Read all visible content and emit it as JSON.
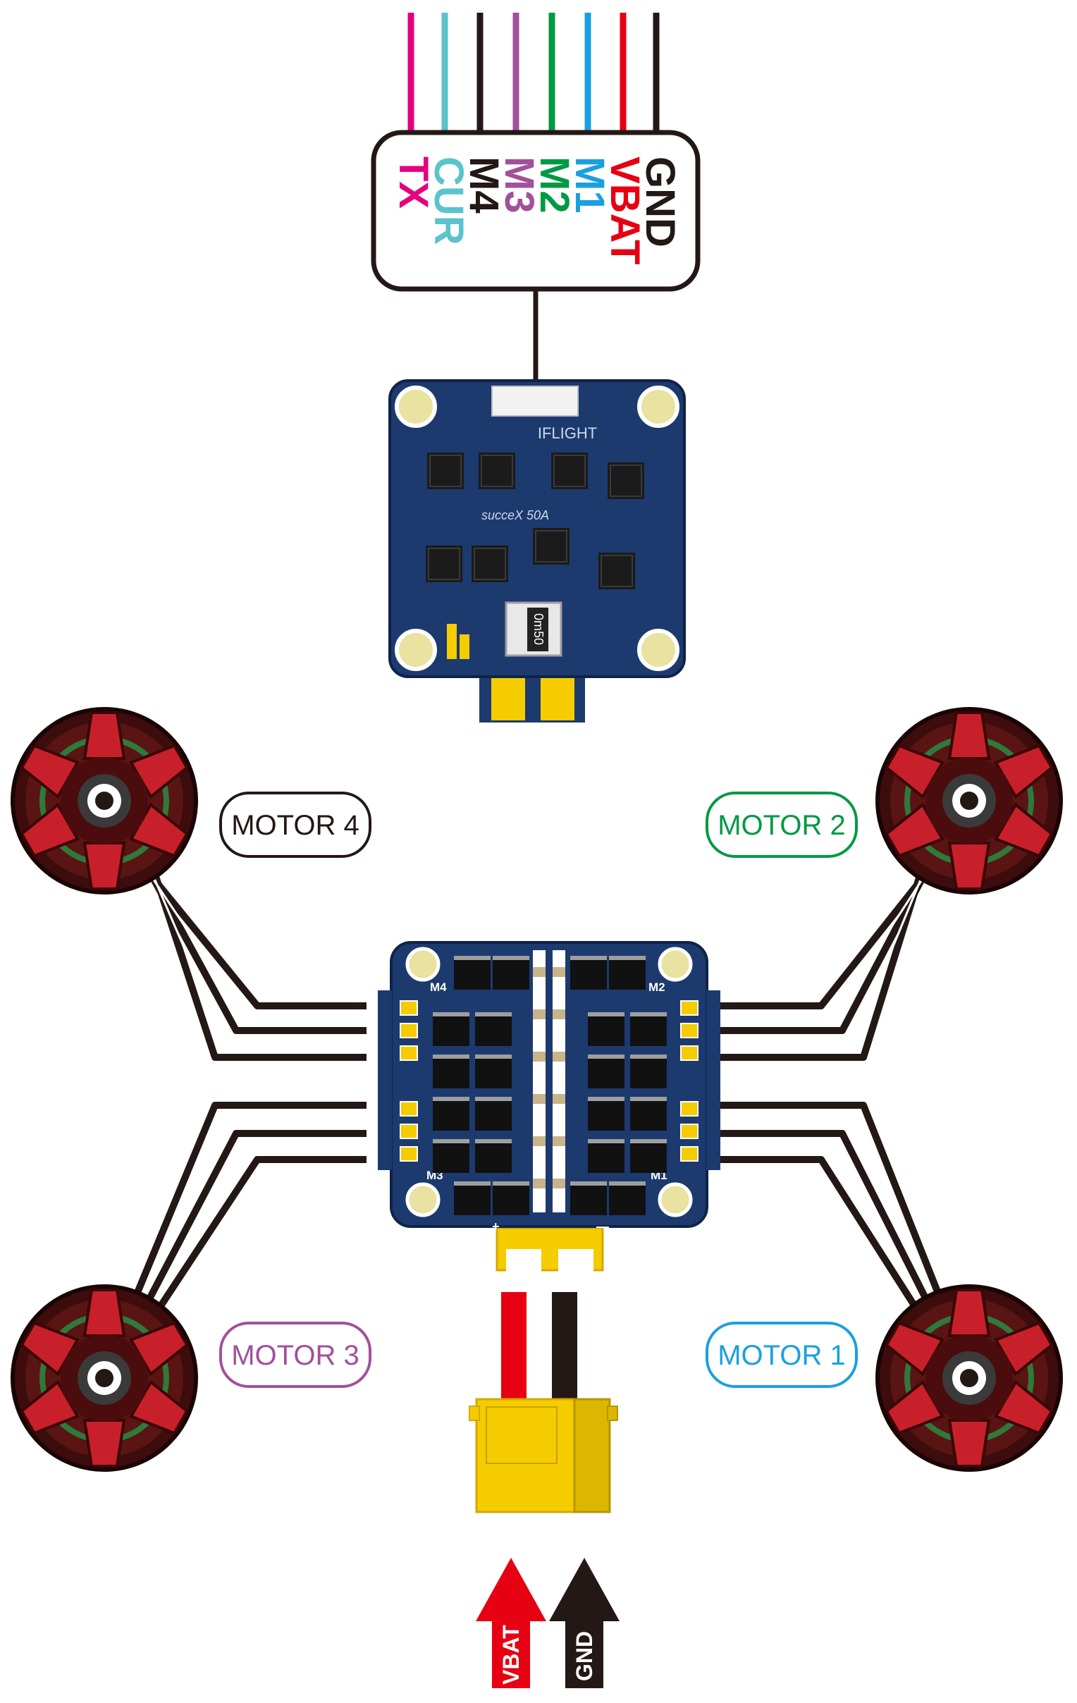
{
  "connector": {
    "pins": [
      {
        "label": "GND",
        "color": "#231815"
      },
      {
        "label": "VBAT",
        "color": "#e60012"
      },
      {
        "label": "M1",
        "color": "#1aa0e0"
      },
      {
        "label": "M2",
        "color": "#009944"
      },
      {
        "label": "M3",
        "color": "#a3509a"
      },
      {
        "label": "M4",
        "color": "#231815"
      },
      {
        "label": "CUR",
        "color": "#5bc3cc"
      },
      {
        "label": "TX",
        "color": "#e4007f"
      }
    ]
  },
  "esc_board": {
    "brand": "IFLIGHT",
    "model": "succeX 50A",
    "shunt": "0m50",
    "minus_label": "—",
    "plus_label": "+"
  },
  "bottom_board": {
    "corner_labels": {
      "top_left": "M4",
      "top_right": "M2",
      "bottom_left": "M3",
      "bottom_right": "M1"
    },
    "plus_label": "+",
    "minus_label": "—"
  },
  "motors": [
    {
      "label": "MOTOR 4",
      "color": "#231815"
    },
    {
      "label": "MOTOR 2",
      "color": "#009944"
    },
    {
      "label": "MOTOR 3",
      "color": "#a3509a"
    },
    {
      "label": "MOTOR 1",
      "color": "#1aa0e0"
    }
  ],
  "battery": {
    "vbat_label": "VBAT",
    "gnd_label": "GND",
    "vbat_color": "#e60012",
    "gnd_color": "#231815",
    "connector_color": "#f5cc00"
  }
}
